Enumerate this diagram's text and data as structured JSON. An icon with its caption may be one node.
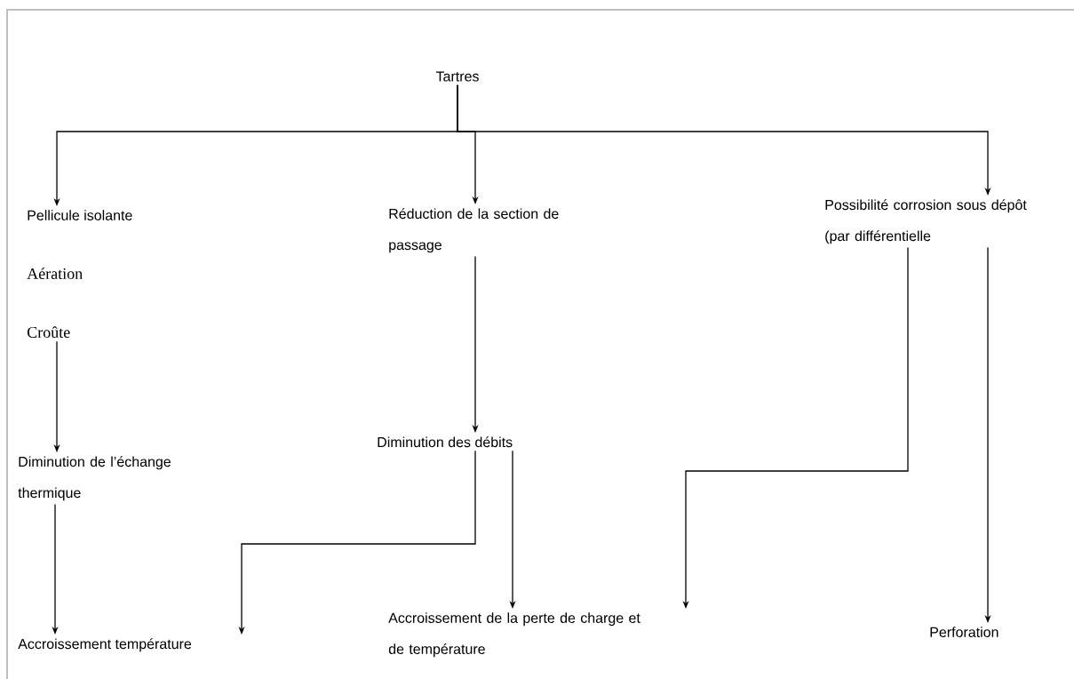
{
  "diagram": {
    "nodes": [
      {
        "text": [
          "Tartres"
        ]
      },
      {
        "text": [
          "Pellicule isolante",
          "Aération",
          "Croûte"
        ]
      },
      {
        "text": [
          "Réduction de la section de passage"
        ]
      },
      {
        "text": [
          "Possibilité corrosion sous dépôt (par différentielle"
        ]
      },
      {
        "text": [
          "Diminution de l’échange thermique"
        ]
      },
      {
        "text": [
          "Diminution des débits"
        ]
      },
      {
        "text": [
          "Accroissement température"
        ]
      },
      {
        "text": [
          "Accroissement de la perte de charge et de température"
        ]
      },
      {
        "text": [
          "Perforation"
        ]
      }
    ],
    "edges": [
      {
        "from": 0,
        "to": 1,
        "arrow": "to"
      },
      {
        "from": 0,
        "to": 2,
        "arrow": "to"
      },
      {
        "from": 0,
        "to": 3,
        "arrow": "to"
      },
      {
        "from": 1,
        "to": 4,
        "arrow": "to"
      },
      {
        "from": 4,
        "to": 6,
        "arrow": "to"
      },
      {
        "from": 2,
        "to": 5,
        "arrow": "to"
      },
      {
        "from": 5,
        "to": 6,
        "arrow": "to"
      },
      {
        "from": 5,
        "to": 7,
        "arrow": "to"
      },
      {
        "from": 3,
        "to": 7,
        "arrow": "to"
      },
      {
        "from": 3,
        "to": 8,
        "arrow": "to"
      }
    ]
  }
}
